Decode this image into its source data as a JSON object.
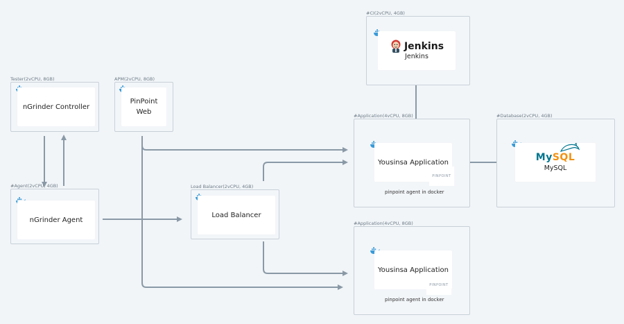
{
  "groups": {
    "ci": "#CI(2vCPU, 4GB)",
    "tester": "Tester(2vCPU, 8GB)",
    "apm": "APM(2vCPU, 8GB)",
    "agent": "#Agent(2vCPU, 4GB)",
    "lb": "Load Balancer(2vCPU, 4GB)",
    "app1": "#Application(4vCPU, 8GB)",
    "app2": "#Application(4vCPU, 8GB)",
    "db": "#Database(2vCPU, 4GB)"
  },
  "nodes": {
    "jenkins_logo_text": "Jenkins",
    "jenkins": "Jenkins",
    "ngrinder_controller": "nGrinder Controller",
    "pinpoint_web_line1": "PinPoint",
    "pinpoint_web_line2": "Web",
    "ngrinder_agent": "nGrinder Agent",
    "load_balancer": "Load Balancer",
    "app1": "Yousinsa Application",
    "app2": "Yousinsa Application",
    "mysql_logo_text": "MySQL",
    "mysql": "MySQL"
  },
  "badges": {
    "pinpoint1": "PINPOINT",
    "pinpoint2": "PINPOINT"
  },
  "sublabels": {
    "app1": "pinpoint agent in docker",
    "app2": "pinpoint agent in docker"
  },
  "icons": {
    "docker": "docker-whale-icon",
    "jenkins": "jenkins-butler-icon",
    "mysql": "mysql-dolphin-icon"
  },
  "colors": {
    "arrow": "#8a99a6",
    "docker": "#3a9bd8",
    "mysql_blue": "#00758f",
    "mysql_orange": "#f29111"
  }
}
